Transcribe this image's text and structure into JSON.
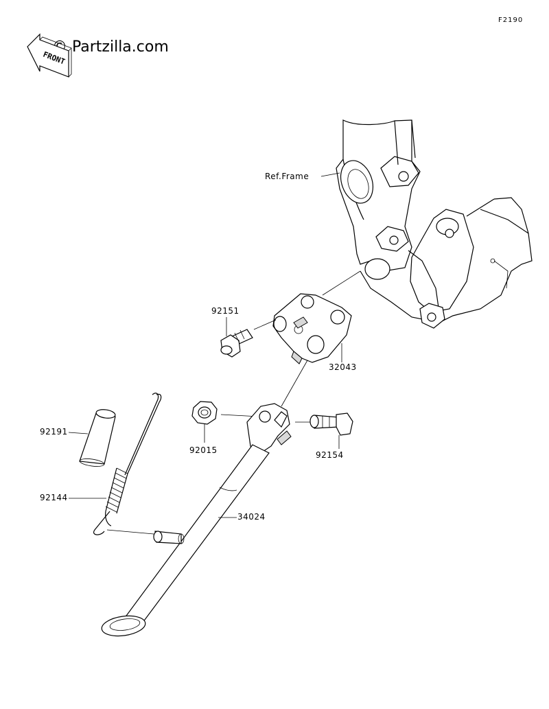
{
  "header": {
    "figure_code": "F2190",
    "watermark": "© Partzilla.com",
    "front_badge": "FRONT"
  },
  "callouts": {
    "ref_frame": "Ref.Frame",
    "p92151": "92151",
    "p32043": "32043",
    "p92015": "92015",
    "p92154": "92154",
    "p92191": "92191",
    "p92144": "92144",
    "p34024": "34024"
  }
}
